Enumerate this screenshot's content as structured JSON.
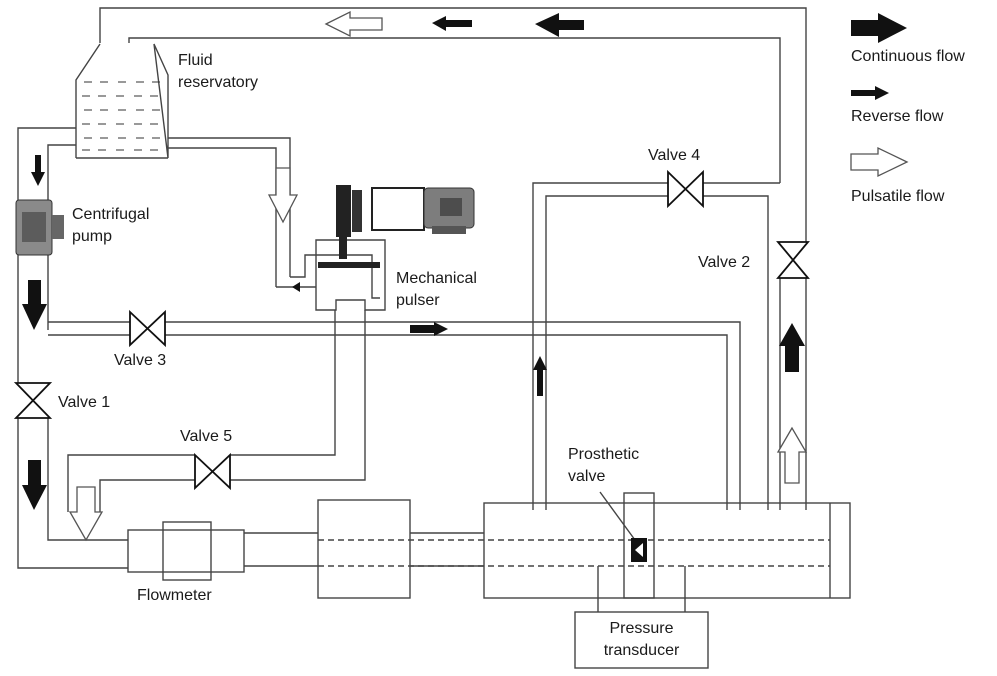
{
  "labels": {
    "fluid_reservatory": [
      "Fluid",
      "reservatory"
    ],
    "centrifugal_pump": [
      "Centrifugal",
      "pump"
    ],
    "mechanical_pulser": [
      "Mechanical",
      "pulser"
    ],
    "valve_1": "Valve 1",
    "valve_2": "Valve 2",
    "valve_3": "Valve 3",
    "valve_4": "Valve 4",
    "valve_5": "Valve 5",
    "prosthetic_valve": [
      "Prosthetic",
      "valve"
    ],
    "flowmeter": "Flowmeter",
    "pressure_transducer": [
      "Pressure",
      "transducer"
    ]
  },
  "legend": {
    "continuous": "Continuous flow",
    "reverse": "Reverse flow",
    "pulsatile": "Pulsatile flow"
  },
  "icons": {
    "continuous": "filled-black-arrow-large",
    "reverse": "filled-black-arrow-small",
    "pulsatile": "hollow-outline-arrow"
  }
}
